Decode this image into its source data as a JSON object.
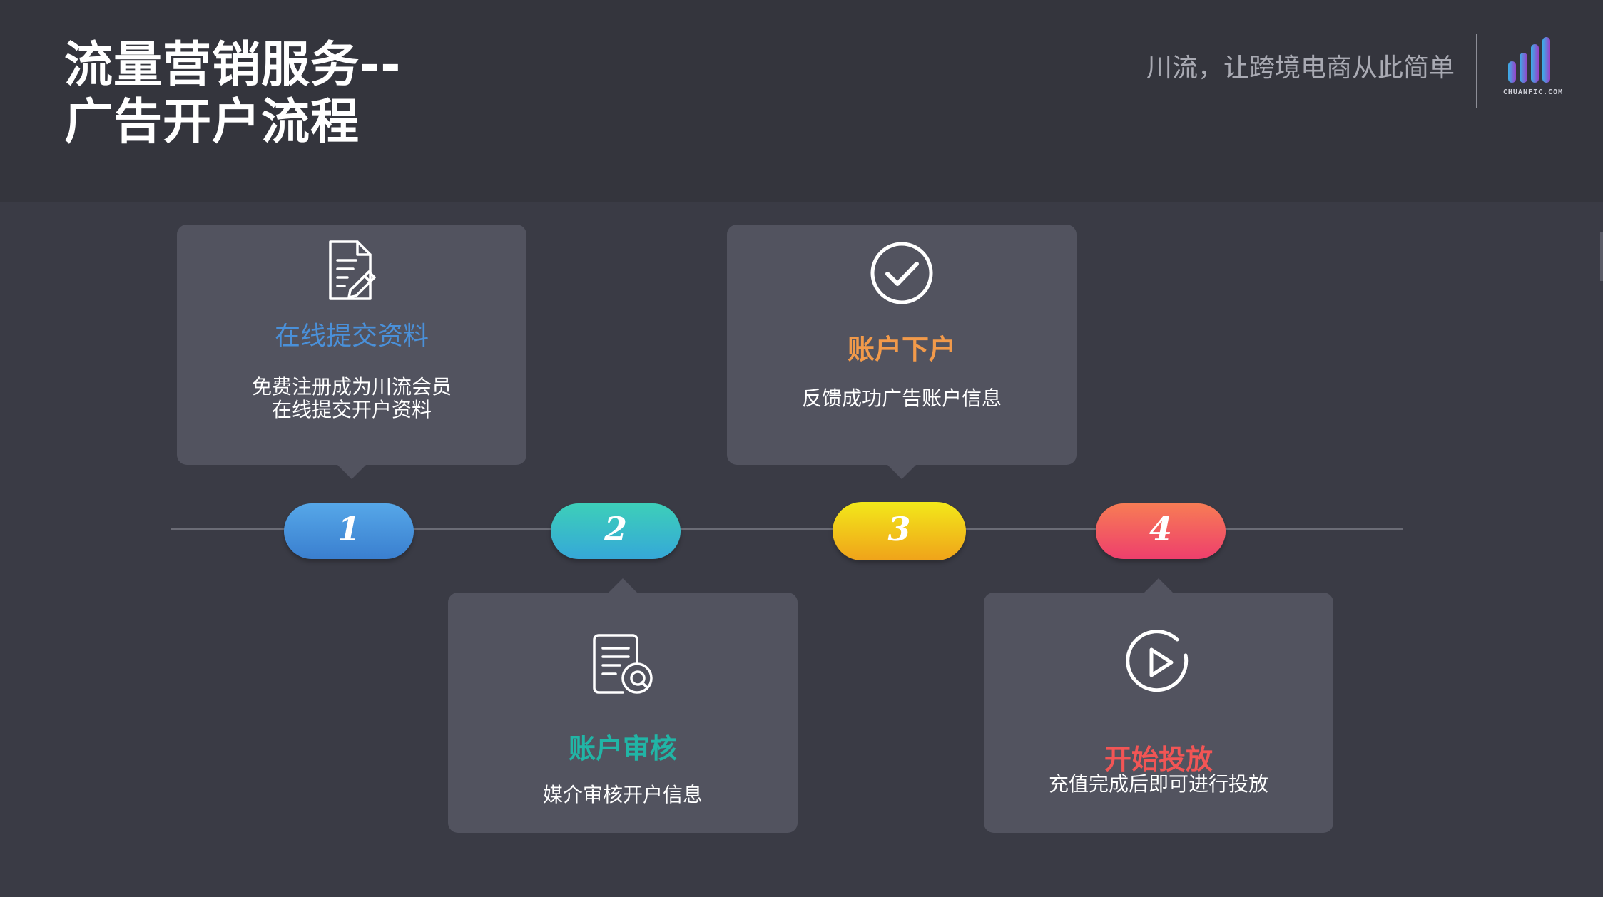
{
  "header": {
    "title_line1": "流量营销服务--",
    "title_line2": "广告开户流程",
    "slogan": "川流，让跨境电商从此简单",
    "logo_text": "CHUANFIC.COM"
  },
  "colors": {
    "step1": "#4a90d9",
    "step2": "#21b5a6",
    "step3": "#f29a4a",
    "step4": "#f25555",
    "pill1": [
      "#56a7e8",
      "#3a7fcf"
    ],
    "pill2": [
      "#3dcfb9",
      "#35a8d8"
    ],
    "pill3": [
      "#f2e81a",
      "#f0a31a"
    ],
    "pill4": [
      "#f77c55",
      "#ee3f6c"
    ]
  },
  "steps": [
    {
      "number": "1",
      "title": "在线提交资料",
      "icon": "document-edit-icon",
      "desc": [
        "免费注册成为川流会员",
        "在线提交开户资料"
      ]
    },
    {
      "number": "2",
      "title": "账户审核",
      "icon": "document-search-icon",
      "desc": [
        "媒介审核开户信息"
      ]
    },
    {
      "number": "3",
      "title": "账户下户",
      "icon": "check-circle-icon",
      "desc": [
        "反馈成功广告账户信息"
      ]
    },
    {
      "number": "4",
      "title": "开始投放",
      "icon": "play-circle-icon",
      "desc": [
        "充值完成后即可进行投放"
      ]
    }
  ]
}
